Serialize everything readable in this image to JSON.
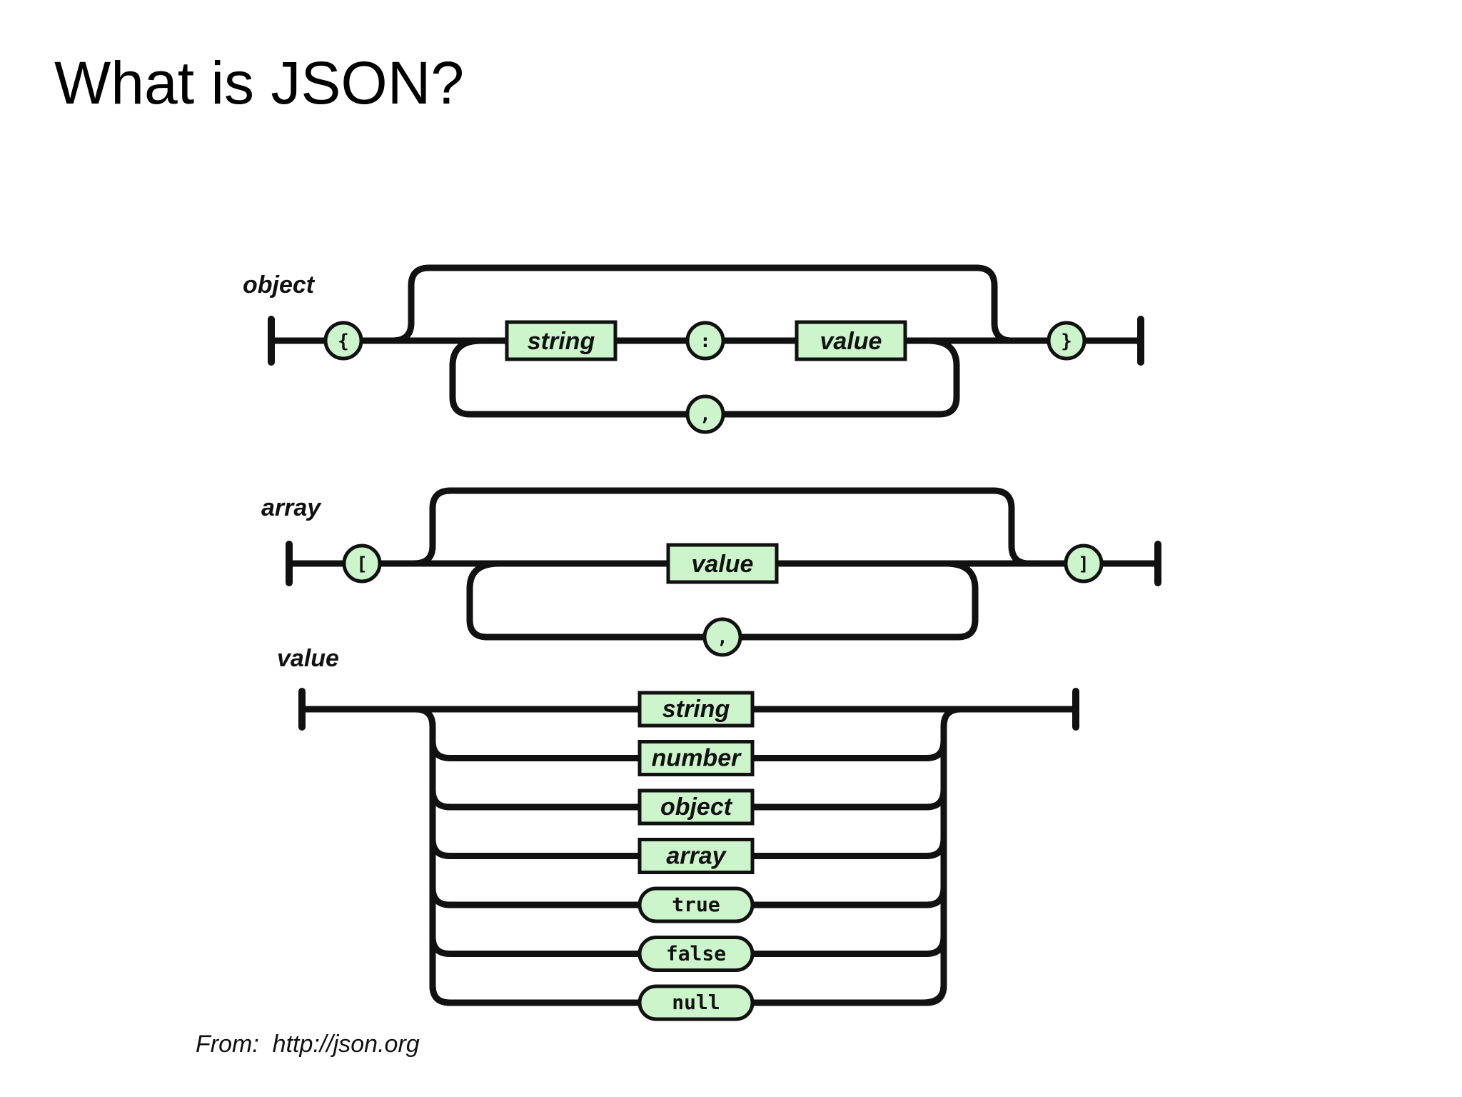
{
  "slide": {
    "title": "What is JSON?",
    "source_prefix": "From:  ",
    "source_url": "http://json.org"
  },
  "colors": {
    "node_fill": "#cdf5cb",
    "stroke": "#111111",
    "background": "#ffffff"
  },
  "object_diagram": {
    "label": "object",
    "open": "{",
    "key": "string",
    "colon": ":",
    "val": "value",
    "separator": ",",
    "close": "}"
  },
  "array_diagram": {
    "label": "array",
    "open": "[",
    "val": "value",
    "separator": ",",
    "close": "]"
  },
  "value_diagram": {
    "label": "value",
    "options": [
      "string",
      "number",
      "object",
      "array",
      "true",
      "false",
      "null"
    ]
  }
}
